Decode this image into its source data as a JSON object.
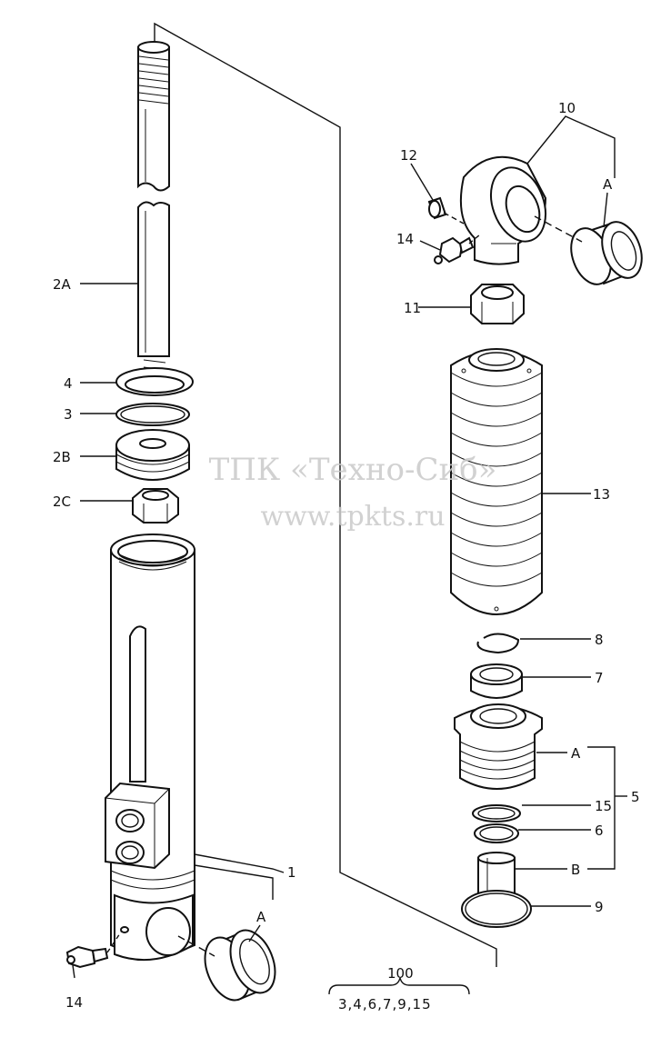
{
  "labels": {
    "l2A": "2A",
    "l4": "4",
    "l3": "3",
    "l2B": "2B",
    "l2C": "2C",
    "l1": "1",
    "lA_left": "A",
    "l14_left": "14",
    "l12": "12",
    "l14_right": "14",
    "l10": "10",
    "lA_top": "A",
    "l11": "11",
    "l13": "13",
    "l8": "8",
    "l7": "7",
    "lA_mid": "A",
    "l5": "5",
    "l15": "15",
    "l6": "6",
    "lB": "B",
    "l9": "9",
    "l100": "100",
    "kit": "3,4,6,7,9,15"
  },
  "watermark": {
    "line1": "ТПК «Техно-Сиб»",
    "line2": "www.tpkts.ru"
  }
}
